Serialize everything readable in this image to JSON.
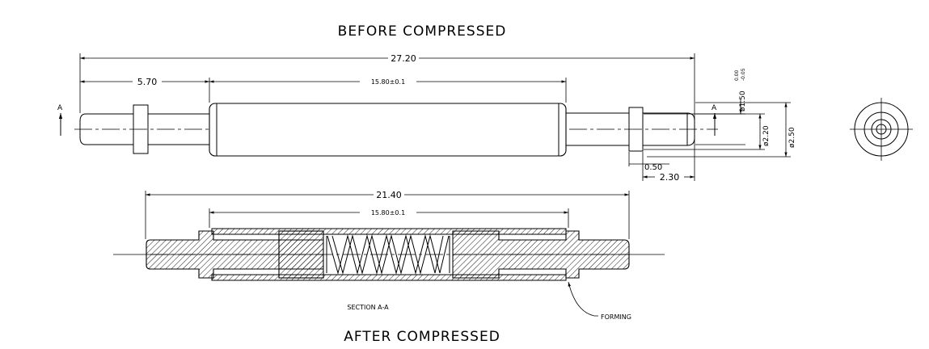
{
  "titles": {
    "before": "BEFORE COMPRESSED",
    "after": "AFTER COMPRESSED",
    "section": "SECTION A-A"
  },
  "dimensions": {
    "overall_before": "27.20",
    "left_tip": "5.70",
    "barrel_before": "15.80±0.1",
    "diameter_small": "ø1.50",
    "diameter_small_tol_upper": "0.00",
    "diameter_small_tol_lower": "-0.05",
    "diameter_mid": "ø2.20",
    "diameter_large": "ø2.50",
    "step": "0.50",
    "right_tip": "2.30",
    "overall_after": "21.40",
    "barrel_after": "15.80±0.1"
  },
  "labels": {
    "section_marker": "A",
    "forming": "FORMING"
  }
}
